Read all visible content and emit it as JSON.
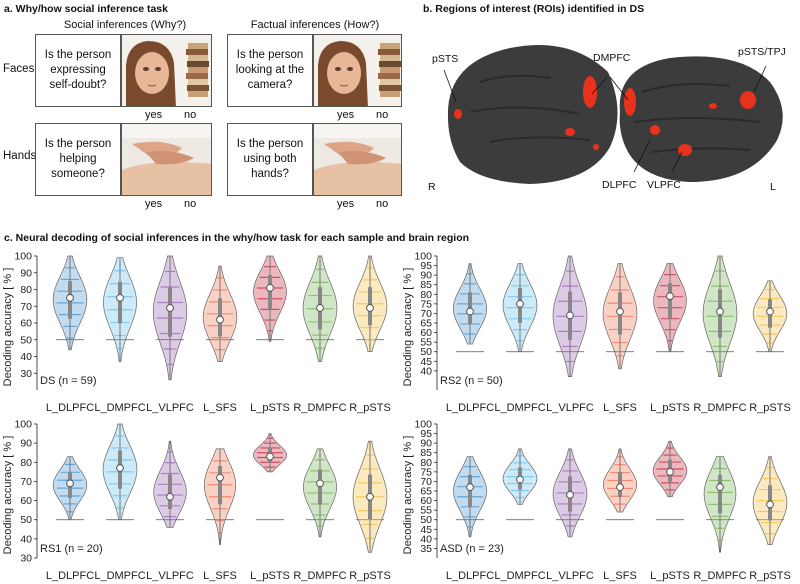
{
  "panel_a": {
    "title": "a. Why/how social inference task",
    "social_heading": "Social inferences (Why?)",
    "factual_heading": "Factual inferences (How?)",
    "rows": [
      "Faces",
      "Hands"
    ],
    "questions": {
      "social_faces": "Is the person expressing self-doubt?",
      "social_hands": "Is the person helping someone?",
      "factual_faces": "Is the person looking at the camera?",
      "factual_hands": "Is the person using both hands?"
    },
    "yes": "yes",
    "no": "no"
  },
  "panel_b": {
    "title": "b. Regions of interest (ROIs) identified in DS",
    "labels": {
      "pSTS": "pSTS",
      "DMPFC": "DMPFC",
      "pSTS_TPJ": "pSTS/TPJ",
      "DLPFC": "DLPFC",
      "VLPFC": "VLPFC",
      "R": "R",
      "L": "L"
    }
  },
  "panel_c": {
    "title": "c. Neural decoding of social inferences in the why/how task for each sample and brain region"
  },
  "colors": {
    "L_DLPFC": "#4f97cf",
    "L_DMPFC": "#6fc3ea",
    "L_VLPFC": "#9d6bb8",
    "L_SFS": "#f07b5a",
    "L_pSTS": "#c9344a",
    "R_DMPFC": "#7ab85b",
    "R_pSTS": "#f3c24a",
    "brain": "#3c3c3c",
    "activation": "#e8321c"
  },
  "chart_data": [
    {
      "type": "violin",
      "label": "DS (n = 59)",
      "ylabel": "Decoding accuracy [ % ]",
      "ylim": [
        20,
        100
      ],
      "yticks": [
        30,
        40,
        50,
        60,
        70,
        80,
        90,
        100
      ],
      "categories": [
        "L_DLPFC",
        "L_DMPFC",
        "L_VLPFC",
        "L_SFS",
        "L_pSTS",
        "R_DMPFC",
        "R_pSTS"
      ],
      "medians": [
        75,
        75,
        69,
        62,
        81,
        69,
        69
      ],
      "min": [
        44,
        37,
        26,
        37,
        49,
        37,
        43
      ],
      "max": [
        100,
        99,
        100,
        94,
        100,
        100,
        100
      ],
      "chance": 50
    },
    {
      "type": "violin",
      "label": "RS2 (n = 50)",
      "ylabel": "Decoding accuracy [ % ]",
      "ylim": [
        30,
        100
      ],
      "yticks": [
        40,
        45,
        50,
        55,
        60,
        65,
        70,
        75,
        80,
        85,
        90,
        95,
        100
      ],
      "categories": [
        "L_DLPFC",
        "L_DMPFC",
        "L_VLPFC",
        "L_SFS",
        "L_pSTS",
        "R_DMPFC",
        "R_pSTS"
      ],
      "medians": [
        71,
        75,
        69,
        71,
        79,
        71,
        71
      ],
      "min": [
        54,
        50,
        37,
        41,
        50,
        37,
        50
      ],
      "max": [
        96,
        96,
        100,
        96,
        96,
        100,
        87
      ],
      "chance": 50
    },
    {
      "type": "violin",
      "label": "RS1 (n = 20)",
      "ylabel": "Decoding accuracy [ % ]",
      "ylim": [
        30,
        100
      ],
      "yticks": [
        30,
        40,
        50,
        60,
        70,
        80,
        90,
        100
      ],
      "categories": [
        "L_DLPFC",
        "L_DMPFC",
        "L_VLPFC",
        "L_SFS",
        "L_pSTS",
        "R_DMPFC",
        "R_pSTS"
      ],
      "medians": [
        69,
        77,
        62,
        72,
        83,
        69,
        62
      ],
      "min": [
        50,
        50,
        46,
        37,
        75,
        41,
        33
      ],
      "max": [
        83,
        100,
        91,
        87,
        95,
        87,
        91
      ],
      "chance": 50
    },
    {
      "type": "violin",
      "label": "ASD (n = 23)",
      "ylabel": "Decoding accuracy [ % ]",
      "ylim": [
        30,
        100
      ],
      "yticks": [
        35,
        40,
        45,
        50,
        55,
        60,
        65,
        70,
        75,
        80,
        85,
        90,
        95,
        100
      ],
      "categories": [
        "L_DLPFC",
        "L_DMPFC",
        "L_VLPFC",
        "L_SFS",
        "L_pSTS",
        "R_DMPFC",
        "R_pSTS"
      ],
      "medians": [
        67,
        71,
        63,
        67,
        75,
        67,
        58
      ],
      "min": [
        41,
        58,
        41,
        54,
        62,
        33,
        37
      ],
      "max": [
        83,
        87,
        87,
        87,
        91,
        83,
        83
      ],
      "chance": 50
    }
  ]
}
